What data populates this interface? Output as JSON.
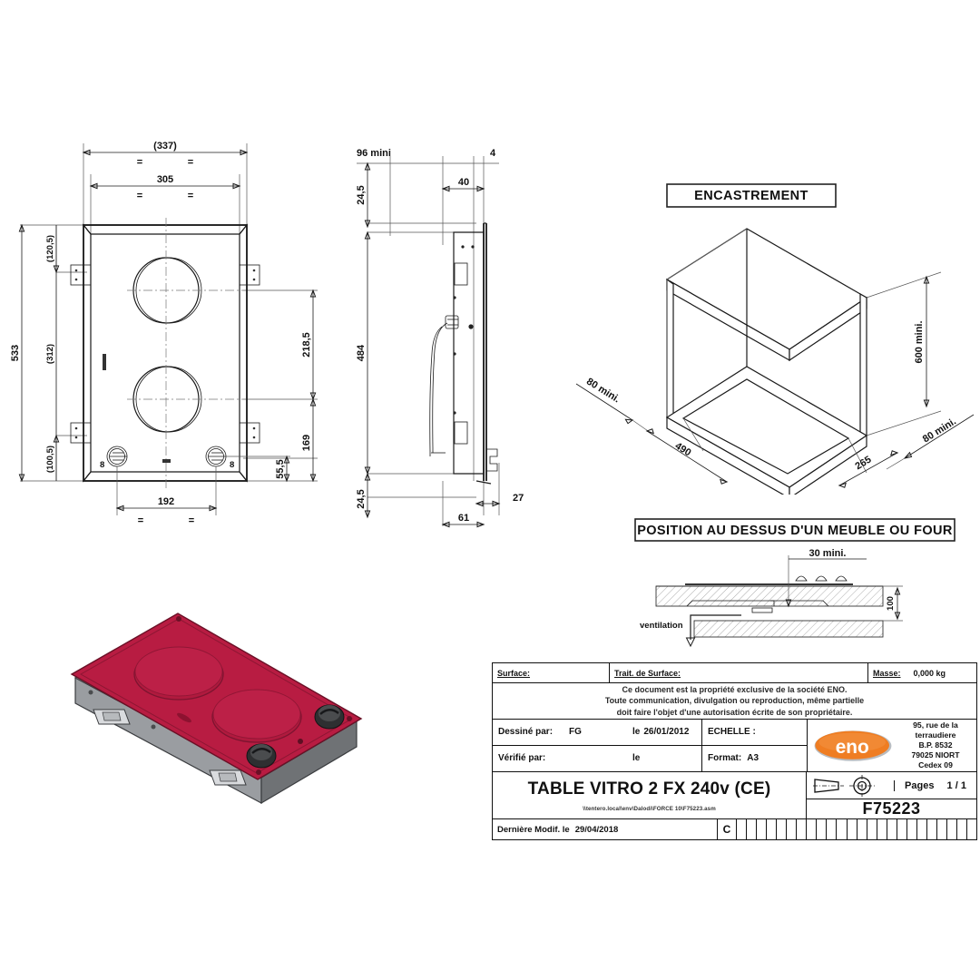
{
  "document": {
    "type": "technical-drawing",
    "sheet_format": "A3",
    "reference": "F75223",
    "title": "TABLE VITRO 2 FX 240v (CE)"
  },
  "views": {
    "top_view": {
      "name": "top-plan-view",
      "dimensions": {
        "overall_width": "(337)",
        "cutout_width": "305",
        "overall_height": "533",
        "top_offset": "(120,5)",
        "bracket_spacing": "(312)",
        "bottom_offset": "(100,5)",
        "burner_center_to_top": "218,5",
        "burner_center_to_knob": "169",
        "knob_to_bottom": "55,5",
        "knob_spacing": "192",
        "equal_mark": "="
      }
    },
    "side_view": {
      "name": "side-section-view",
      "dimensions": {
        "depth_mini": "96   mini",
        "glass_thickness": "4",
        "top_flange": "24,5",
        "inner_offset": "40",
        "body_height": "484",
        "bottom_flange": "24,5",
        "rear_offset": "27",
        "body_depth": "61"
      }
    },
    "encastrement": {
      "heading": "ENCASTREMENT",
      "dimensions": {
        "left_clearance": "80 mini.",
        "right_clearance": "80 mini.",
        "cabinet_height": "600 mini.",
        "cutout_length": "490",
        "cutout_depth": "265"
      }
    },
    "position": {
      "heading": "POSITION AU DESSUS D'UN MEUBLE OU FOUR",
      "dimensions": {
        "top_clearance": "30 mini.",
        "gap_height": "100",
        "ventilation_label": "ventilation"
      }
    },
    "product_photo": {
      "name": "product-3d-render",
      "glass_color": "#b81c42",
      "body_color": "#8f9296"
    }
  },
  "title_block": {
    "surface_label": "Surface:",
    "surface_value": "",
    "treatment_label": "Trait. de Surface:",
    "treatment_value": "",
    "mass_label": "Masse:",
    "mass_value": "0,000 kg",
    "legal_line1": "Ce document est la propriété exclusive de la société ENO.",
    "legal_line2": "Toute communication, divulgation ou reproduction, même partielle",
    "legal_line3": "doit faire l'objet d'une autorisation écrite de son propriétaire.",
    "drawn_by_label": "Dessiné par:",
    "drawn_by_value": "FG",
    "drawn_date_prefix": "le",
    "drawn_date": "26/01/2012",
    "checked_by_label": "Vérifié par:",
    "checked_by_value": "",
    "checked_date_prefix": "le",
    "checked_date": "",
    "scale_label": "ECHELLE :",
    "scale_value": "",
    "format_label": "Format:",
    "format_value": "A3",
    "company_logo_text": "eno",
    "company_logo_color": "#ef7d22",
    "address_line1": "95, rue de la terraudiere",
    "address_line2": "B.P. 8532",
    "address_line3": "79025 NIORT Cedex 09",
    "product_title": "TABLE VITRO 2 FX 240v (CE)",
    "file_path": "\\\\tentero.local\\env\\Dalodi\\FORCE 10\\F75223.asm",
    "projection_symbol": "first-angle-projection",
    "pages_label": "Pages",
    "pages_value": "1 / 1",
    "drawing_ref": "F75223",
    "last_modified_label": "Dernière Modif. le",
    "last_modified_date": "29/04/2018",
    "revision": "C"
  }
}
